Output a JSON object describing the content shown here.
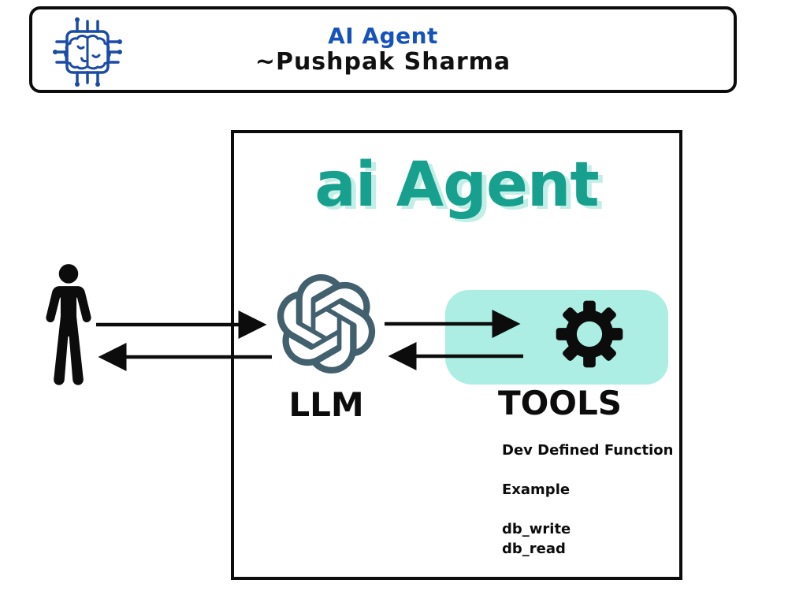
{
  "header": {
    "title": "AI Agent",
    "author": "~Pushpak Sharma",
    "icon": "brain-chip-icon",
    "title_color": "#1553bb",
    "author_color": "#111111",
    "border_color": "#0c0c0c",
    "icon_color": "#1a4ba5"
  },
  "diagram": {
    "title": "ai Agent",
    "title_color": "#17a08e",
    "title_shadow_color": "#c2eee7",
    "box_border_color": "#0c0c0c",
    "nodes": {
      "user": {
        "icon": "person-icon",
        "icon_color": "#0c0c0c"
      },
      "llm": {
        "label": "LLM",
        "icon": "openai-logo-icon",
        "icon_color": "#42606e"
      },
      "tools": {
        "label": "TOOLS",
        "icon": "gear-icon",
        "icon_color": "#0c0c0c",
        "highlight_color": "#aceee3"
      }
    },
    "tools_details": {
      "lines": [
        "Dev Defined Function",
        "Example",
        "db_write",
        "db_read"
      ]
    },
    "arrows": [
      {
        "from": "user",
        "to": "llm",
        "direction": "right"
      },
      {
        "from": "llm",
        "to": "user",
        "direction": "left"
      },
      {
        "from": "llm",
        "to": "tools",
        "direction": "right"
      },
      {
        "from": "tools",
        "to": "llm",
        "direction": "left"
      }
    ],
    "arrow_color": "#0c0c0c"
  }
}
